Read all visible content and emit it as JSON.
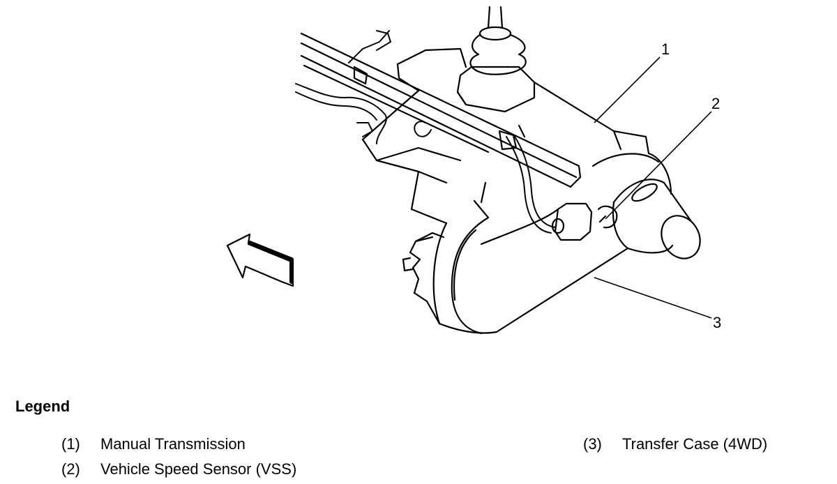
{
  "callouts": [
    {
      "id": "1",
      "label": "1"
    },
    {
      "id": "2",
      "label": "2"
    },
    {
      "id": "3",
      "label": "3"
    }
  ],
  "legend": {
    "title": "Legend",
    "items": [
      {
        "num": "(1)",
        "text": "Manual Transmission"
      },
      {
        "num": "(2)",
        "text": "Vehicle Speed Sensor (VSS)"
      },
      {
        "num": "(3)",
        "text": "Transfer Case (4WD)"
      }
    ]
  },
  "colors": {
    "ink": "#000000",
    "paper": "#ffffff"
  }
}
